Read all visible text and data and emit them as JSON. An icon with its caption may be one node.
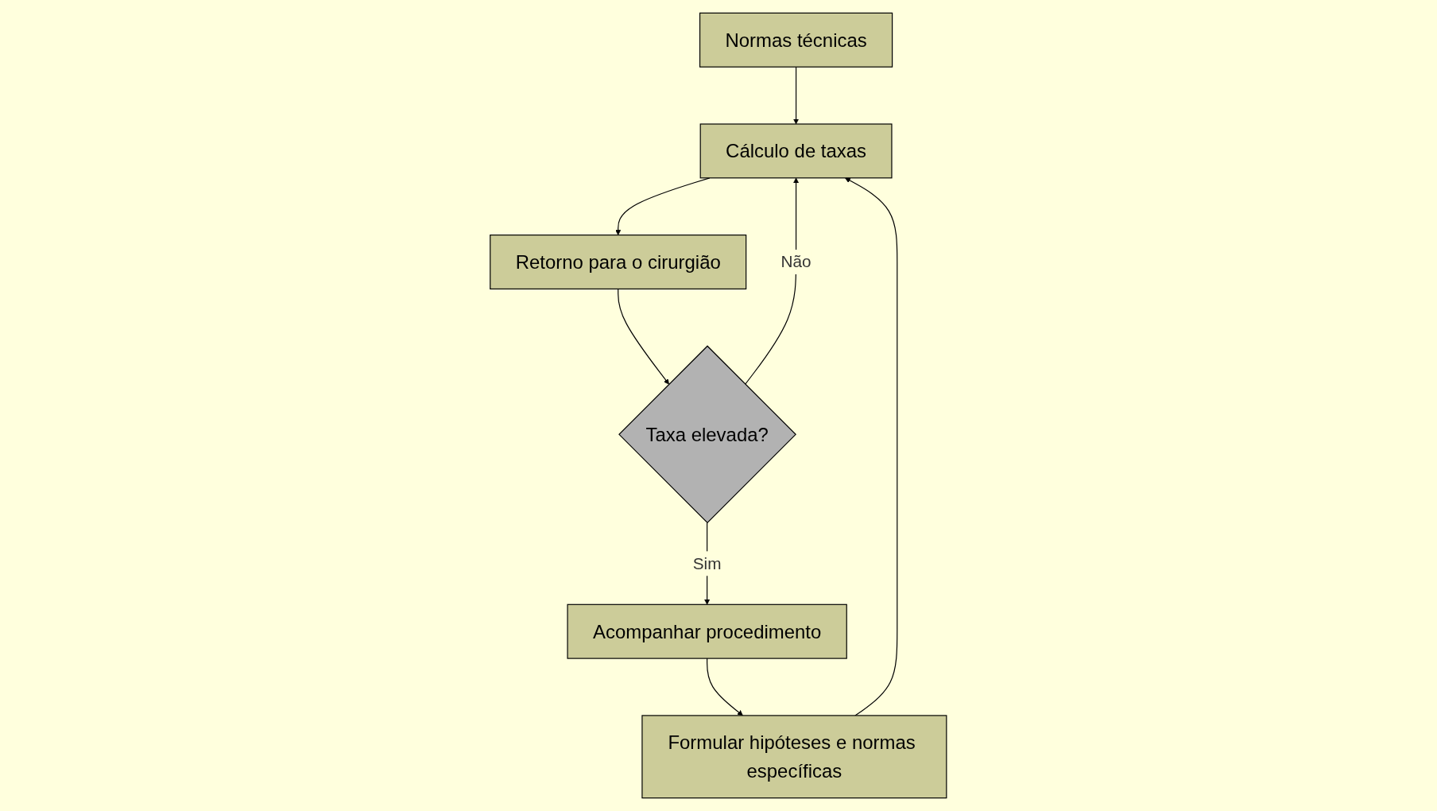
{
  "diagram": {
    "nodes": [
      {
        "text": [
          "Normas técnicas"
        ]
      },
      {
        "text": [
          "Cálculo de taxas"
        ]
      },
      {
        "text": [
          "Formular hipóteses e normas específicas"
        ]
      },
      {
        "text": [
          "Retorno para o cirurgião"
        ]
      },
      {
        "text": [
          "Taxa elevada?"
        ]
      },
      {
        "text": [
          "Acompanhar procedimento"
        ]
      }
    ],
    "edges": [
      {
        "from": 0,
        "to": 1,
        "arrow": "to"
      },
      {
        "from": 1,
        "to": 3,
        "arrow": "to"
      },
      {
        "from": 3,
        "to": 4,
        "arrow": "to"
      },
      {
        "from": 4,
        "to": 1,
        "arrow": "to",
        "label": "Não"
      },
      {
        "from": 4,
        "to": 5,
        "arrow": "to",
        "label": "Sim"
      },
      {
        "from": 5,
        "to": 2,
        "arrow": "to"
      },
      {
        "from": 2,
        "to": 1,
        "arrow": "to"
      }
    ]
  }
}
